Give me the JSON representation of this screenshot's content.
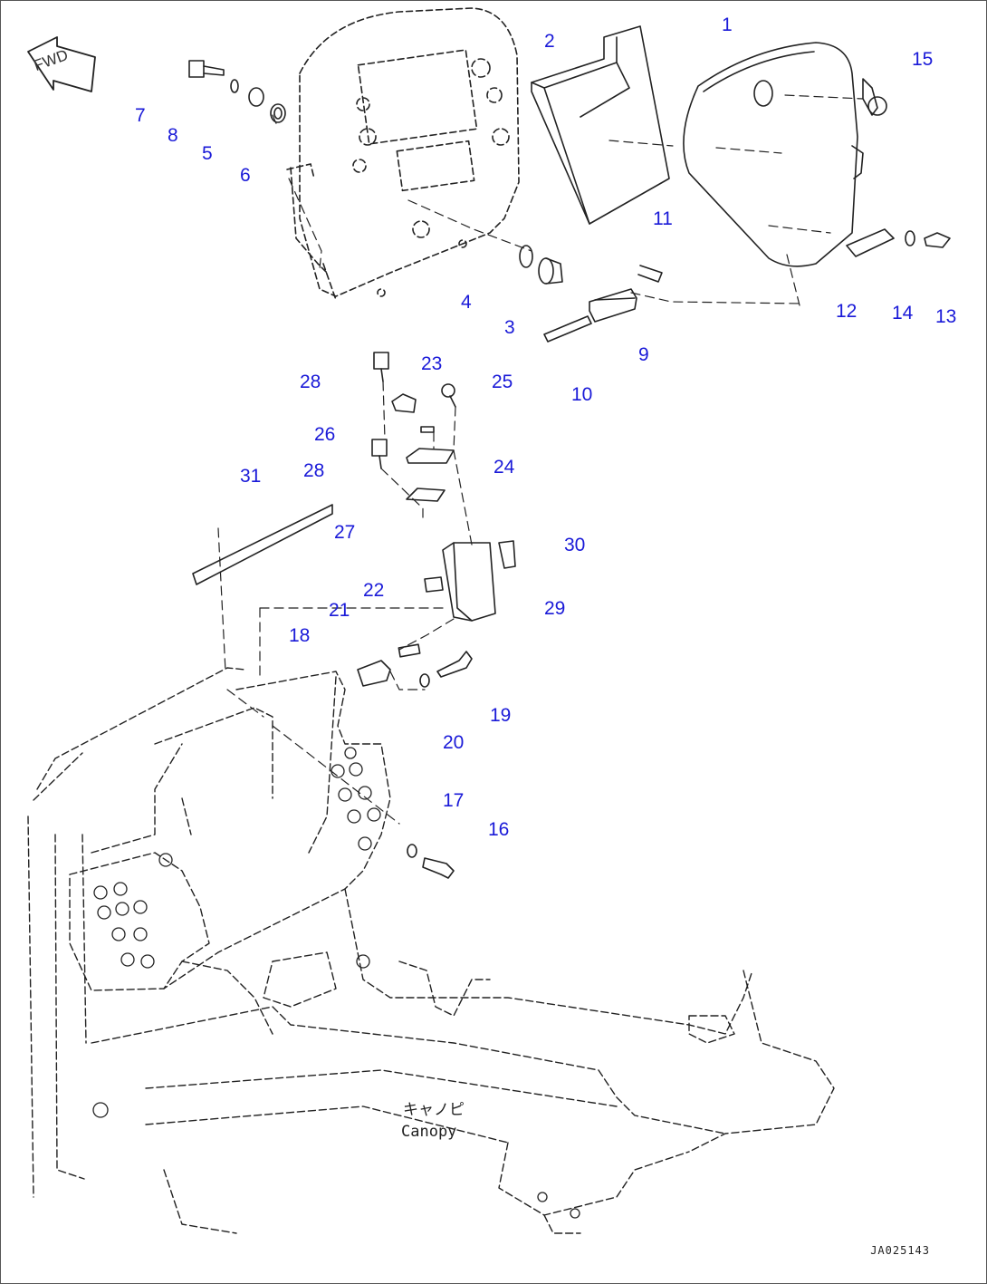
{
  "fwd_label": "FWD",
  "canopy_label_jp": "キャノピ",
  "canopy_label_en": "Canopy",
  "drawing_id": "JA025143",
  "callout_color": "#1a1ad8",
  "callouts": [
    "1",
    "2",
    "3",
    "4",
    "5",
    "6",
    "7",
    "8",
    "9",
    "10",
    "11",
    "12",
    "13",
    "14",
    "15",
    "16",
    "17",
    "18",
    "19",
    "20",
    "21",
    "22",
    "23",
    "24",
    "25",
    "26",
    "27",
    "28",
    "28",
    "29",
    "30",
    "31"
  ]
}
